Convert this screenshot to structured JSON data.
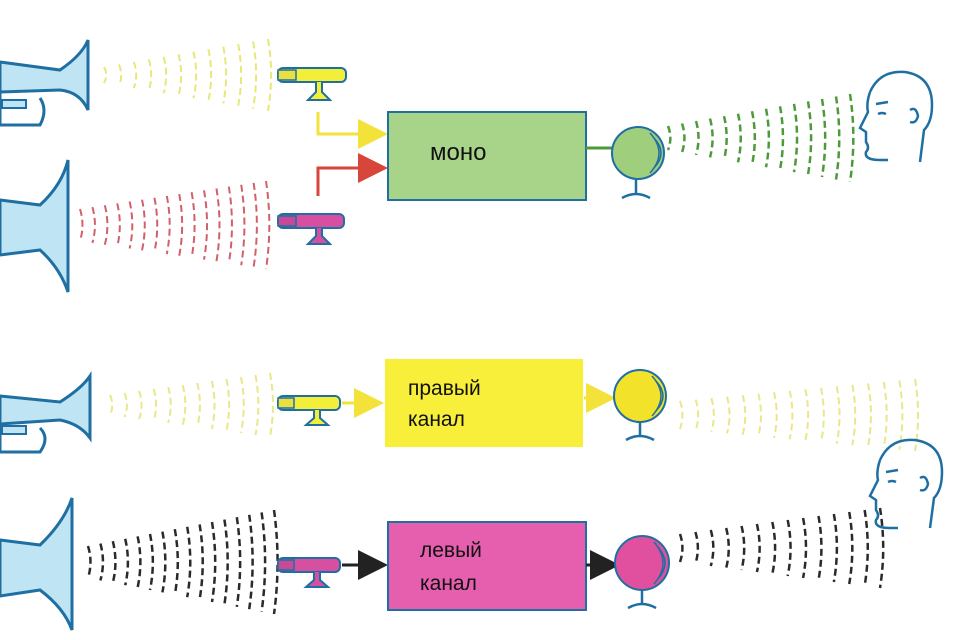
{
  "mono": {
    "label": "моно",
    "box_color": "#a8d48a",
    "speaker_color": "#9fcf7d",
    "sources": [
      {
        "name": "trumpet",
        "wave_color": "#e6e87a",
        "mic_color": "#f2ee3a"
      },
      {
        "name": "horn",
        "wave_color": "#d2606a",
        "mic_color": "#d64fa0"
      }
    ],
    "output_wave_color": "#4e9a3a"
  },
  "stereo": {
    "right_channel": {
      "label_line1": "правый",
      "label_line2": "канал",
      "box_color": "#f7ef3a",
      "speaker_color": "#f2e22a",
      "wave_color": "#e8e88a",
      "mic_color": "#f2ee3a"
    },
    "left_channel": {
      "label_line1": "левый",
      "label_line2": "канал",
      "box_color": "#e55fae",
      "speaker_color": "#e0509f",
      "wave_color": "#2a2a2a",
      "mic_color": "#d64fa0"
    }
  },
  "instrument_color": "#bfe4f3",
  "outline_color": "#1f6fa3"
}
